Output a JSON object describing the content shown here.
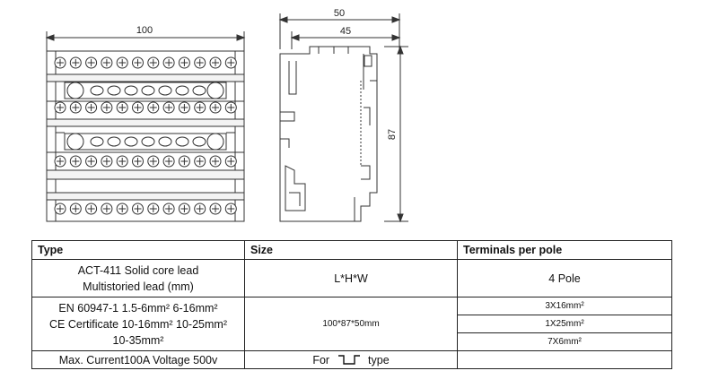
{
  "drawing": {
    "dims": {
      "front_width": "100",
      "side_width_outer": "50",
      "side_width_inner": "45",
      "side_height": "87"
    }
  },
  "table": {
    "headers": [
      "Type",
      "Size",
      "Terminals per pole"
    ],
    "row1": {
      "type_line1": "ACT-411 Solid core lead",
      "type_line2": "Multistoried lead (mm)",
      "size": "L*H*W",
      "terminals": "4 Pole"
    },
    "row2": {
      "type_line1": "EN 60947-1 1.5-6mm² 6-16mm²",
      "type_line2": "CE Certificate 10-16mm² 10-25mm²",
      "type_line3": "10-35mm²",
      "size": "100*87*50mm",
      "terminals": [
        "3X16mm²",
        "1X25mm²",
        "7X6mm²"
      ]
    },
    "row3": {
      "type": "Max. Current100A Voltage 500v",
      "size_prefix": "For",
      "size_suffix": "type",
      "rail_icon": "din-rail-icon"
    }
  }
}
